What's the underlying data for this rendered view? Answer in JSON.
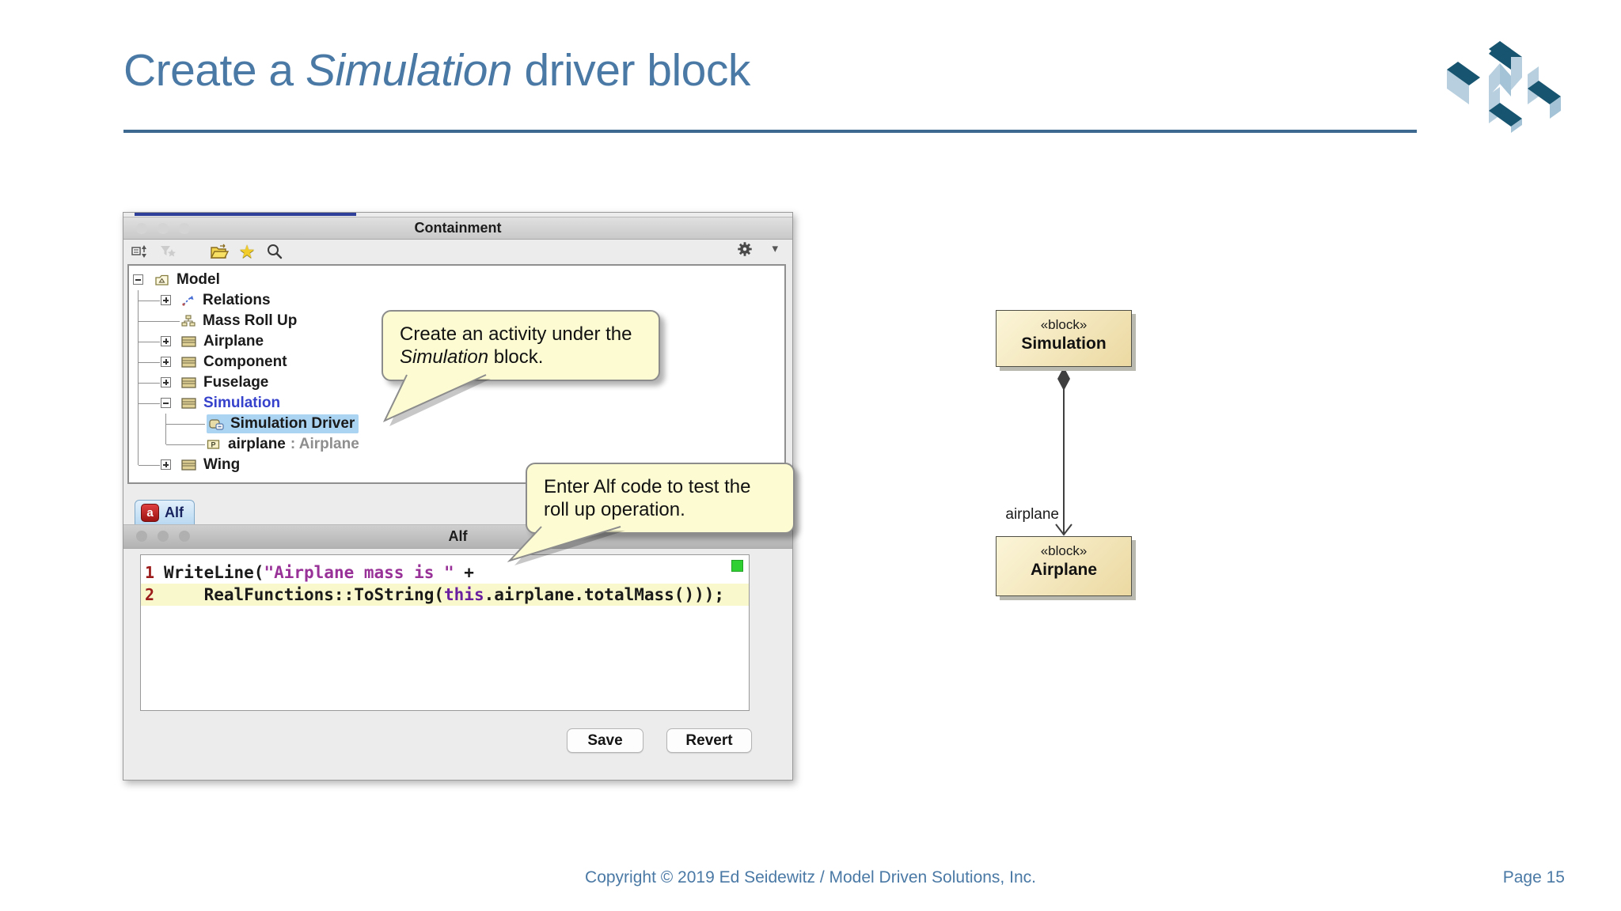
{
  "title": {
    "part1": "Create a ",
    "italic": "Simulation",
    "part2": " driver block"
  },
  "footer": {
    "copyright": "Copyright © 2019 Ed Seidewitz / Model Driven Solutions, Inc.",
    "page": "Page 15"
  },
  "icons": {
    "caret_down": "▾",
    "star": "★",
    "alf_letter": "a"
  },
  "containment": {
    "title": "Containment",
    "tree": [
      {
        "label": "Model"
      },
      {
        "label": "Relations"
      },
      {
        "label": "Mass Roll Up"
      },
      {
        "label": "Airplane"
      },
      {
        "label": "Component"
      },
      {
        "label": "Fuselage"
      },
      {
        "label": "Simulation"
      },
      {
        "label": "Simulation Driver"
      },
      {
        "label": "airplane",
        "suffix": ": Airplane"
      },
      {
        "label": "Wing"
      }
    ]
  },
  "alf": {
    "tab": "Alf",
    "window_title": "Alf",
    "code": {
      "line1": {
        "num": "1",
        "s1": "WriteLine(",
        "s2": "\"Airplane mass is \"",
        "s3": " +"
      },
      "line2": {
        "num": "2",
        "s1": "    RealFunctions::ToString(",
        "kw": "this",
        "s3": ".airplane.totalMass()));"
      }
    },
    "save": "Save",
    "revert": "Revert"
  },
  "callouts": {
    "activity": {
      "part1": "Create an activity under the ",
      "italic": "Simulation",
      "part2": " block."
    },
    "alf": {
      "text": "Enter Alf code to test the roll up operation."
    }
  },
  "diagram": {
    "simulation": {
      "stereotype": "«block»",
      "name": "Simulation"
    },
    "airplane": {
      "stereotype": "«block»",
      "name": "Airplane"
    },
    "role_label": "airplane"
  },
  "colors": {
    "accent": "#4a79a5",
    "rule": "#3d6991",
    "selection": "#abd3f2",
    "tree_blue": "#3642cb",
    "callout_bg": "#fcfbd2",
    "block_fill": "#ecd9a2",
    "code_string": "#993298",
    "code_keyword": "#6a1f9e",
    "logo_dark": "#17546f",
    "logo_light": "#b7cfdf"
  }
}
